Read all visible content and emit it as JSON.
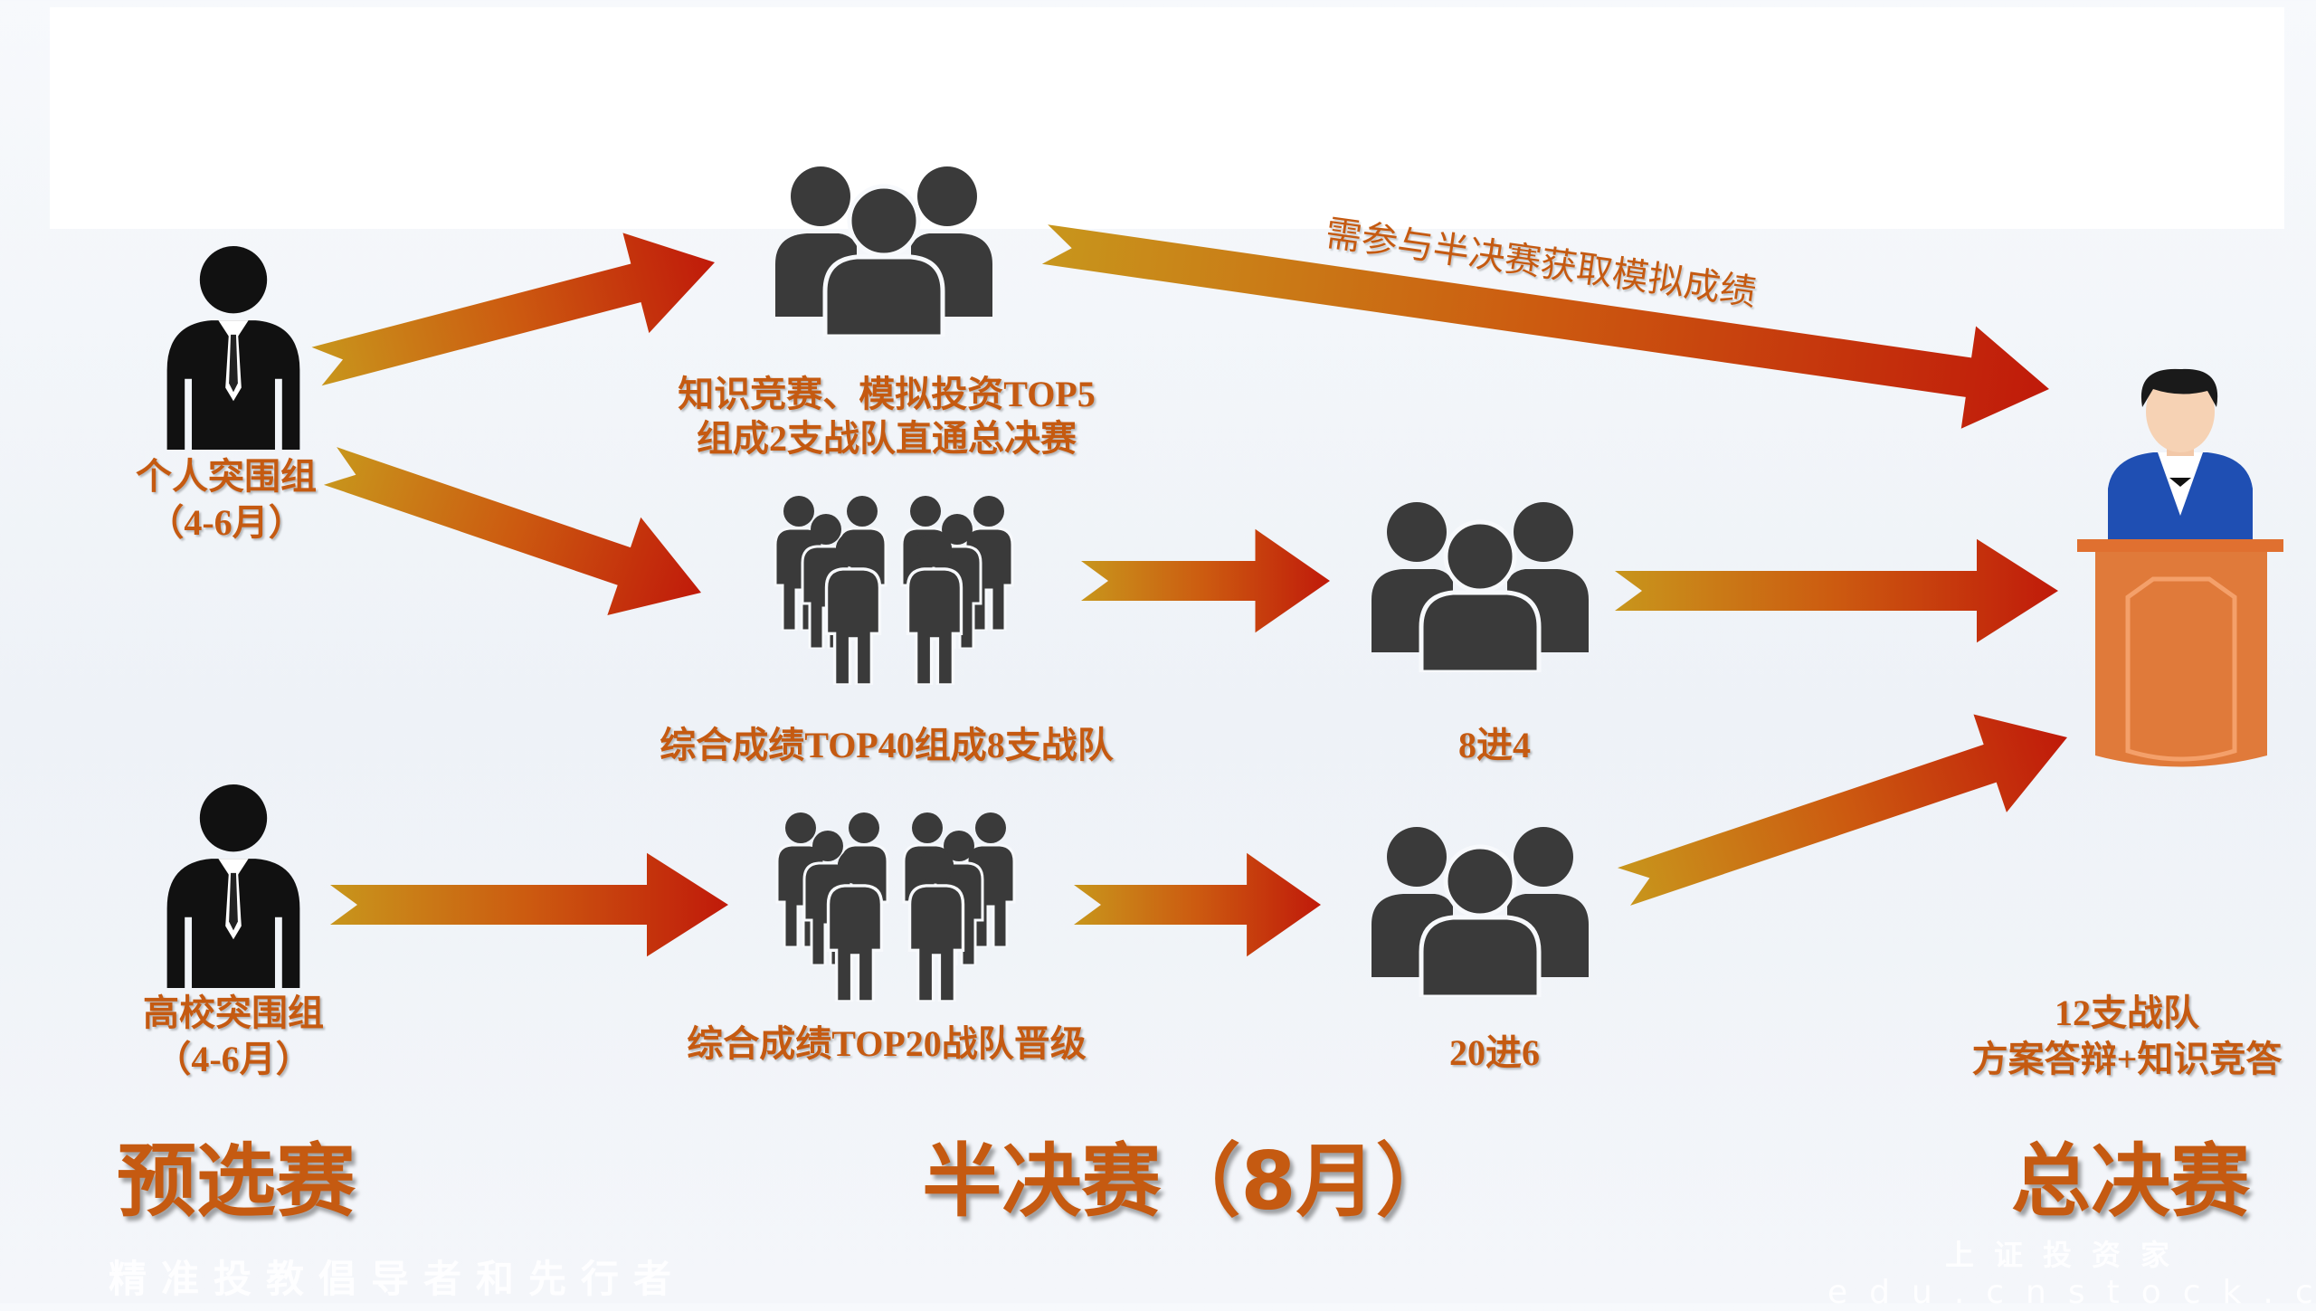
{
  "colors": {
    "accent": "#c55a11",
    "arrow_start": "#c8961c",
    "arrow_end": "#c01a0a",
    "icon": "#3a3a3a"
  },
  "labels": {
    "individual_group": "个人突围组",
    "individual_period": "（4-6月）",
    "college_group": "高校突围组",
    "college_period": "（4-6月）",
    "top5_line1": "知识竞赛、模拟投资TOP5",
    "top5_line2": "组成2支战队直通总决赛",
    "semi_note": "需参与半决赛获取模拟成绩",
    "top40": "综合成绩TOP40组成8支战队",
    "eight_to_four": "8进4",
    "top20": "综合成绩TOP20战队晋级",
    "twenty_to_six": "20进6",
    "final_line1": "12支战队",
    "final_line2": "方案答辩+知识竞答"
  },
  "stages": {
    "preliminary": "预选赛",
    "semifinal": "半决赛（8月）",
    "final": "总决赛"
  },
  "watermark": {
    "slogan": "精准投教倡导者和先行者",
    "brand": "上证投资家",
    "url": "edu.cnstock.com"
  },
  "icons": [
    "person-tie-icon",
    "team-icon",
    "crowd-icon",
    "speaker-podium-icon",
    "arrow-icon"
  ]
}
